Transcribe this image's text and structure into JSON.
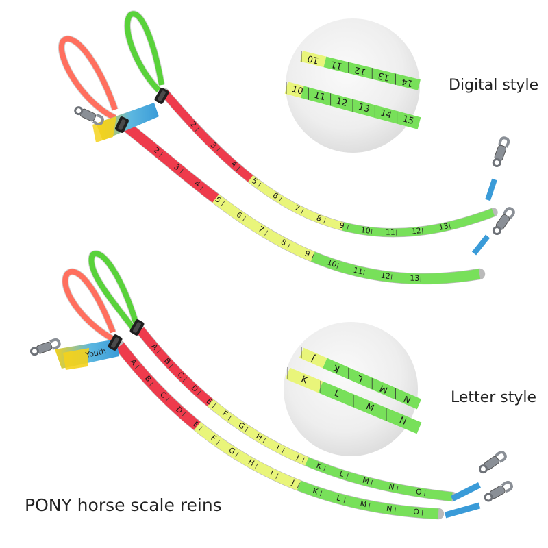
{
  "captions": {
    "digital": "Digital style",
    "letter": "Letter style",
    "title": "PONY horse scale reins"
  },
  "tag_text": "Youth",
  "colors": {
    "background": "#ffffff",
    "rein_red": "#ee3b4c",
    "rein_yellow": "#e9f57a",
    "rein_green": "#78e05a",
    "loop_red": "#ff6f5e",
    "loop_green": "#59d23a",
    "clip_metal": "#8a8f96",
    "tag_blue": "#3a9bd8",
    "tag_yellow": "#f4d21c"
  },
  "digital_marks": {
    "front_rein": [
      "2",
      "3",
      "4",
      "5",
      "6",
      "7",
      "8",
      "9",
      "10",
      "11",
      "12",
      "13"
    ],
    "back_rein": [
      "2",
      "3",
      "4",
      "5",
      "6",
      "7",
      "8",
      "9",
      "10",
      "11",
      "12",
      "13"
    ],
    "zoom_top": [
      "10",
      "11",
      "12",
      "13",
      "14"
    ],
    "zoom_bottom": [
      "10",
      "11",
      "12",
      "13",
      "14",
      "15"
    ]
  },
  "letter_marks": {
    "front_rein": [
      "A",
      "B",
      "C",
      "D",
      "E",
      "F",
      "G",
      "H",
      "I",
      "J",
      "K",
      "L",
      "M",
      "N",
      "O"
    ],
    "back_rein": [
      "A",
      "B",
      "C",
      "D",
      "E",
      "F",
      "G",
      "H",
      "I",
      "J",
      "K",
      "L",
      "M",
      "N",
      "O"
    ],
    "zoom_top": [
      "J",
      "K",
      "L",
      "M",
      "N"
    ],
    "zoom_bottom": [
      "K",
      "L",
      "M",
      "N"
    ]
  },
  "icons": {
    "clip": "snap-clip-icon",
    "buckle": "buckle-icon"
  }
}
